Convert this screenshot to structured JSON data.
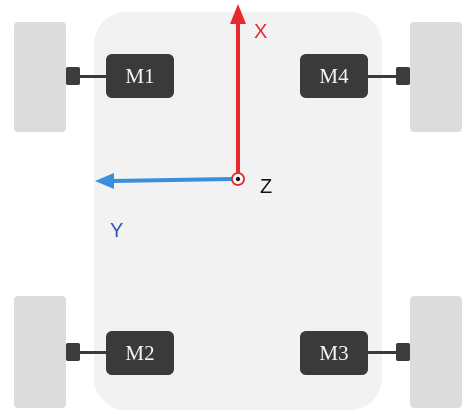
{
  "motors": {
    "m1": "M1",
    "m2": "M2",
    "m3": "M3",
    "m4": "M4"
  },
  "axes": {
    "x_label": "X",
    "y_label": "Y",
    "z_label": "Z"
  },
  "colors": {
    "x_axis": "#e8282d",
    "y_axis": "#3a8fdc",
    "y_label": "#2f55b8",
    "z_label": "#111111",
    "motor": "#3a3a3a",
    "chassis": "#f2f2f3",
    "wheel": "#dcdcdd"
  }
}
